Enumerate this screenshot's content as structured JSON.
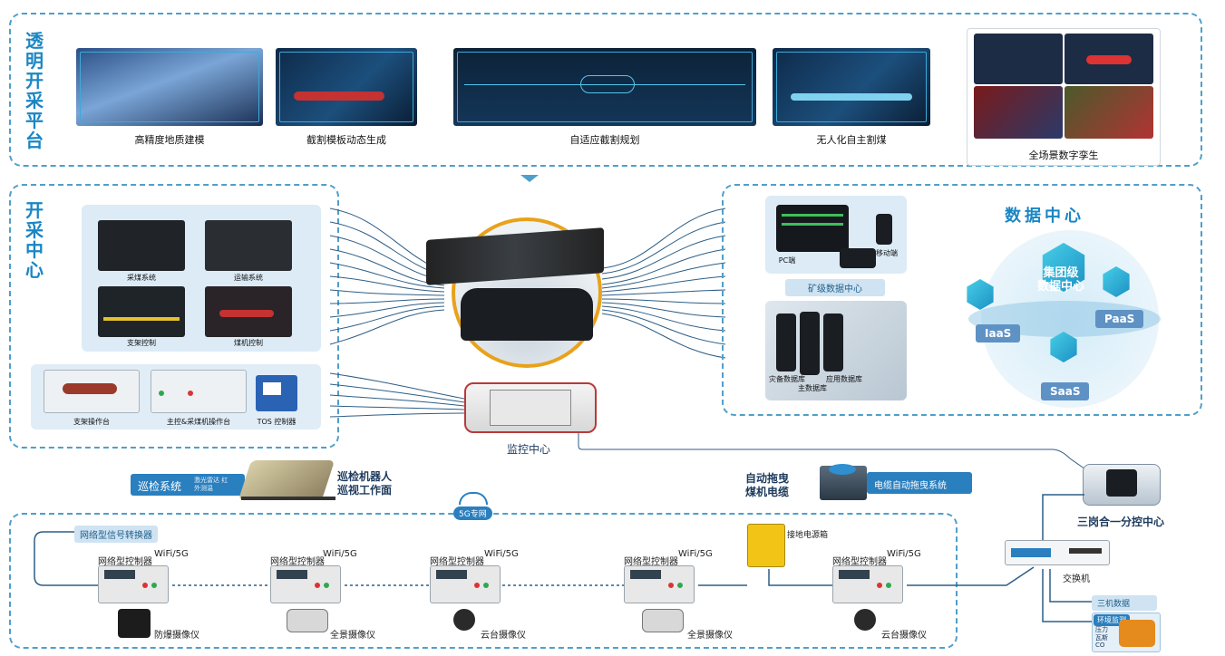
{
  "mining_platform": {
    "title": "透明开采平台",
    "items": [
      {
        "label": "高精度地质建模"
      },
      {
        "label": "截割模板动态生成"
      },
      {
        "label": "自适应截割规划"
      },
      {
        "label": "无人化自主割煤"
      },
      {
        "label": "全场景数字孪生"
      }
    ]
  },
  "mining_center": {
    "title": "开采中心",
    "screens": [
      {
        "label": "采煤系统"
      },
      {
        "label": "运输系统"
      },
      {
        "label": "支架控制"
      },
      {
        "label": "煤机控制"
      }
    ],
    "consoles": [
      {
        "label": "支架操作台"
      },
      {
        "label": "主控&采煤机操作台"
      },
      {
        "label": "TOS 控制器"
      }
    ]
  },
  "monitor_center": {
    "label": "监控中心"
  },
  "data_center": {
    "title": "数据中心",
    "devices": {
      "pc": "PC端",
      "mobile": "移动端"
    },
    "mine_label": "矿级数据中心",
    "server_labels": [
      "灾备数据库",
      "主数据库",
      "应用数据库"
    ],
    "cloud": {
      "center": "集团级\n数据中心",
      "iaas": "IaaS",
      "paas": "PaaS",
      "saas": "SaaS"
    }
  },
  "inspection": {
    "system_label": "巡检系统",
    "system_sub": "激光雷达 红外测温",
    "robot_label": "巡检机器人\n巡视工作面"
  },
  "cable_system": {
    "label": "自动拖曳\n煤机电缆",
    "bar_label": "电缆自动拖曳系统"
  },
  "network": {
    "badge": "5G专网",
    "converter_label": "网络型信号转换器",
    "controller_label": "网络型控制器",
    "wifi": "WiFi/5G",
    "cameras": [
      "防爆摄像仪",
      "全景摄像仪",
      "云台摄像仪",
      "全景摄像仪",
      "云台摄像仪"
    ],
    "power_label": "接地电源箱",
    "switch_label": "交换机",
    "three_label": "三岗合一分控中心",
    "sub_items": [
      "三机数据",
      "环境监测"
    ],
    "sub_small": [
      "压力",
      "瓦斯",
      "CO"
    ]
  },
  "colors": {
    "accent": "#1a86c4",
    "dash": "#4f9fc9",
    "orange": "#e8a21b"
  }
}
